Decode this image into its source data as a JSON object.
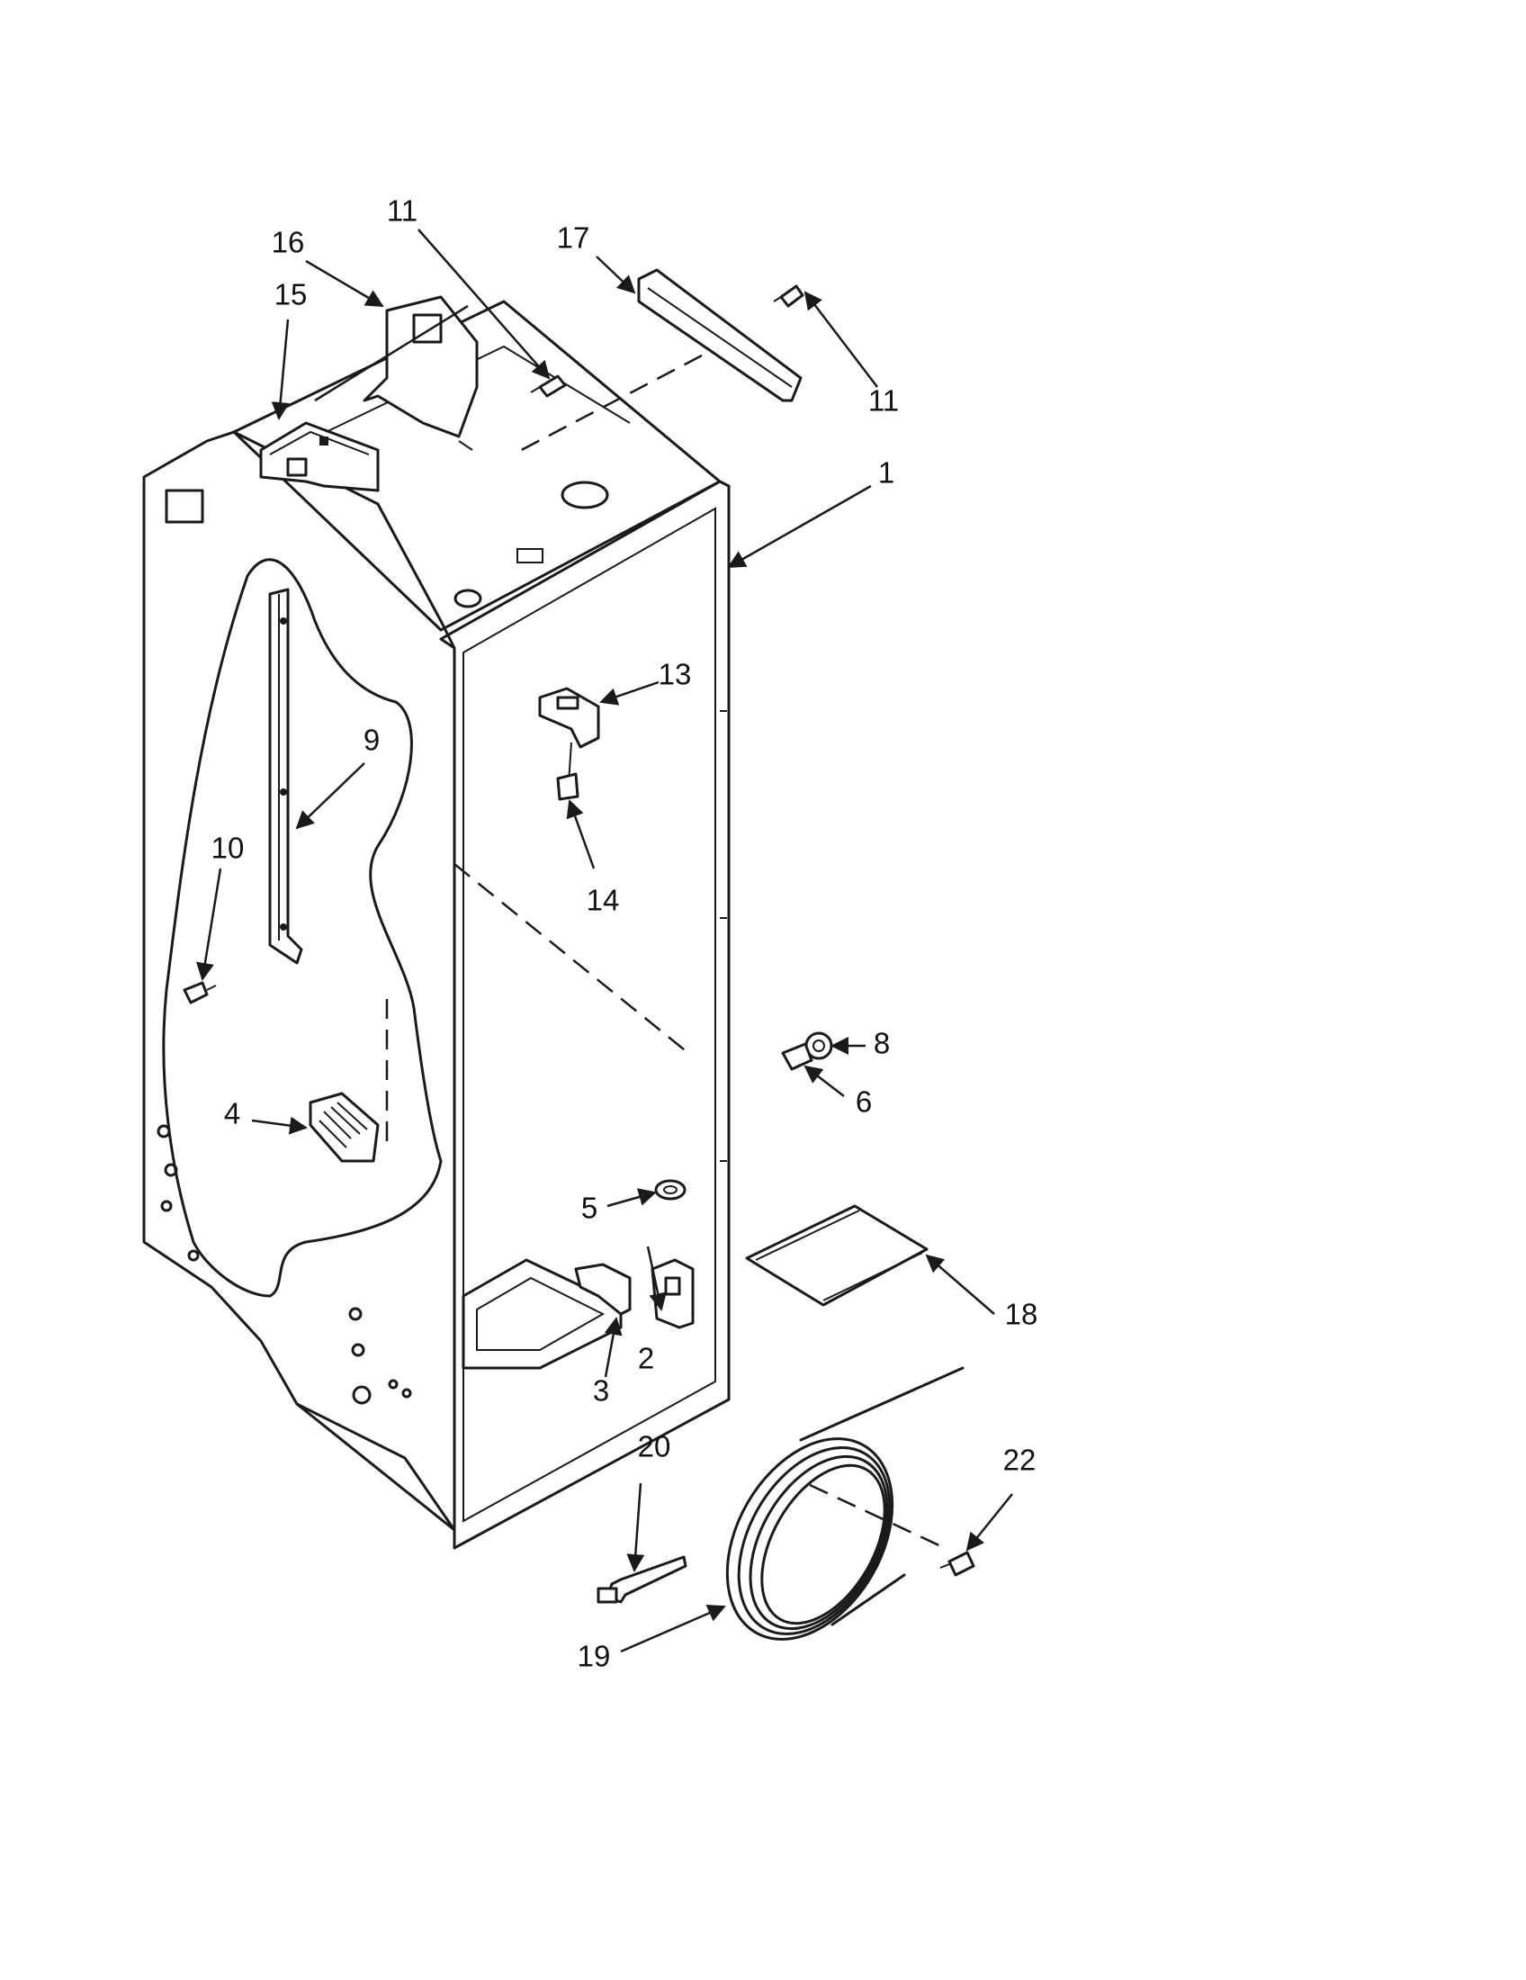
{
  "callouts": [
    {
      "id": "c1",
      "label": "1"
    },
    {
      "id": "c2",
      "label": "2"
    },
    {
      "id": "c3",
      "label": "3"
    },
    {
      "id": "c4",
      "label": "4"
    },
    {
      "id": "c5",
      "label": "5"
    },
    {
      "id": "c6",
      "label": "6"
    },
    {
      "id": "c8",
      "label": "8"
    },
    {
      "id": "c9",
      "label": "9"
    },
    {
      "id": "c10",
      "label": "10"
    },
    {
      "id": "c11a",
      "label": "11"
    },
    {
      "id": "c11b",
      "label": "11"
    },
    {
      "id": "c13",
      "label": "13"
    },
    {
      "id": "c14",
      "label": "14"
    },
    {
      "id": "c15",
      "label": "15"
    },
    {
      "id": "c16",
      "label": "16"
    },
    {
      "id": "c17",
      "label": "17"
    },
    {
      "id": "c18",
      "label": "18"
    },
    {
      "id": "c19",
      "label": "19"
    },
    {
      "id": "c20",
      "label": "20"
    },
    {
      "id": "c22",
      "label": "22"
    }
  ]
}
